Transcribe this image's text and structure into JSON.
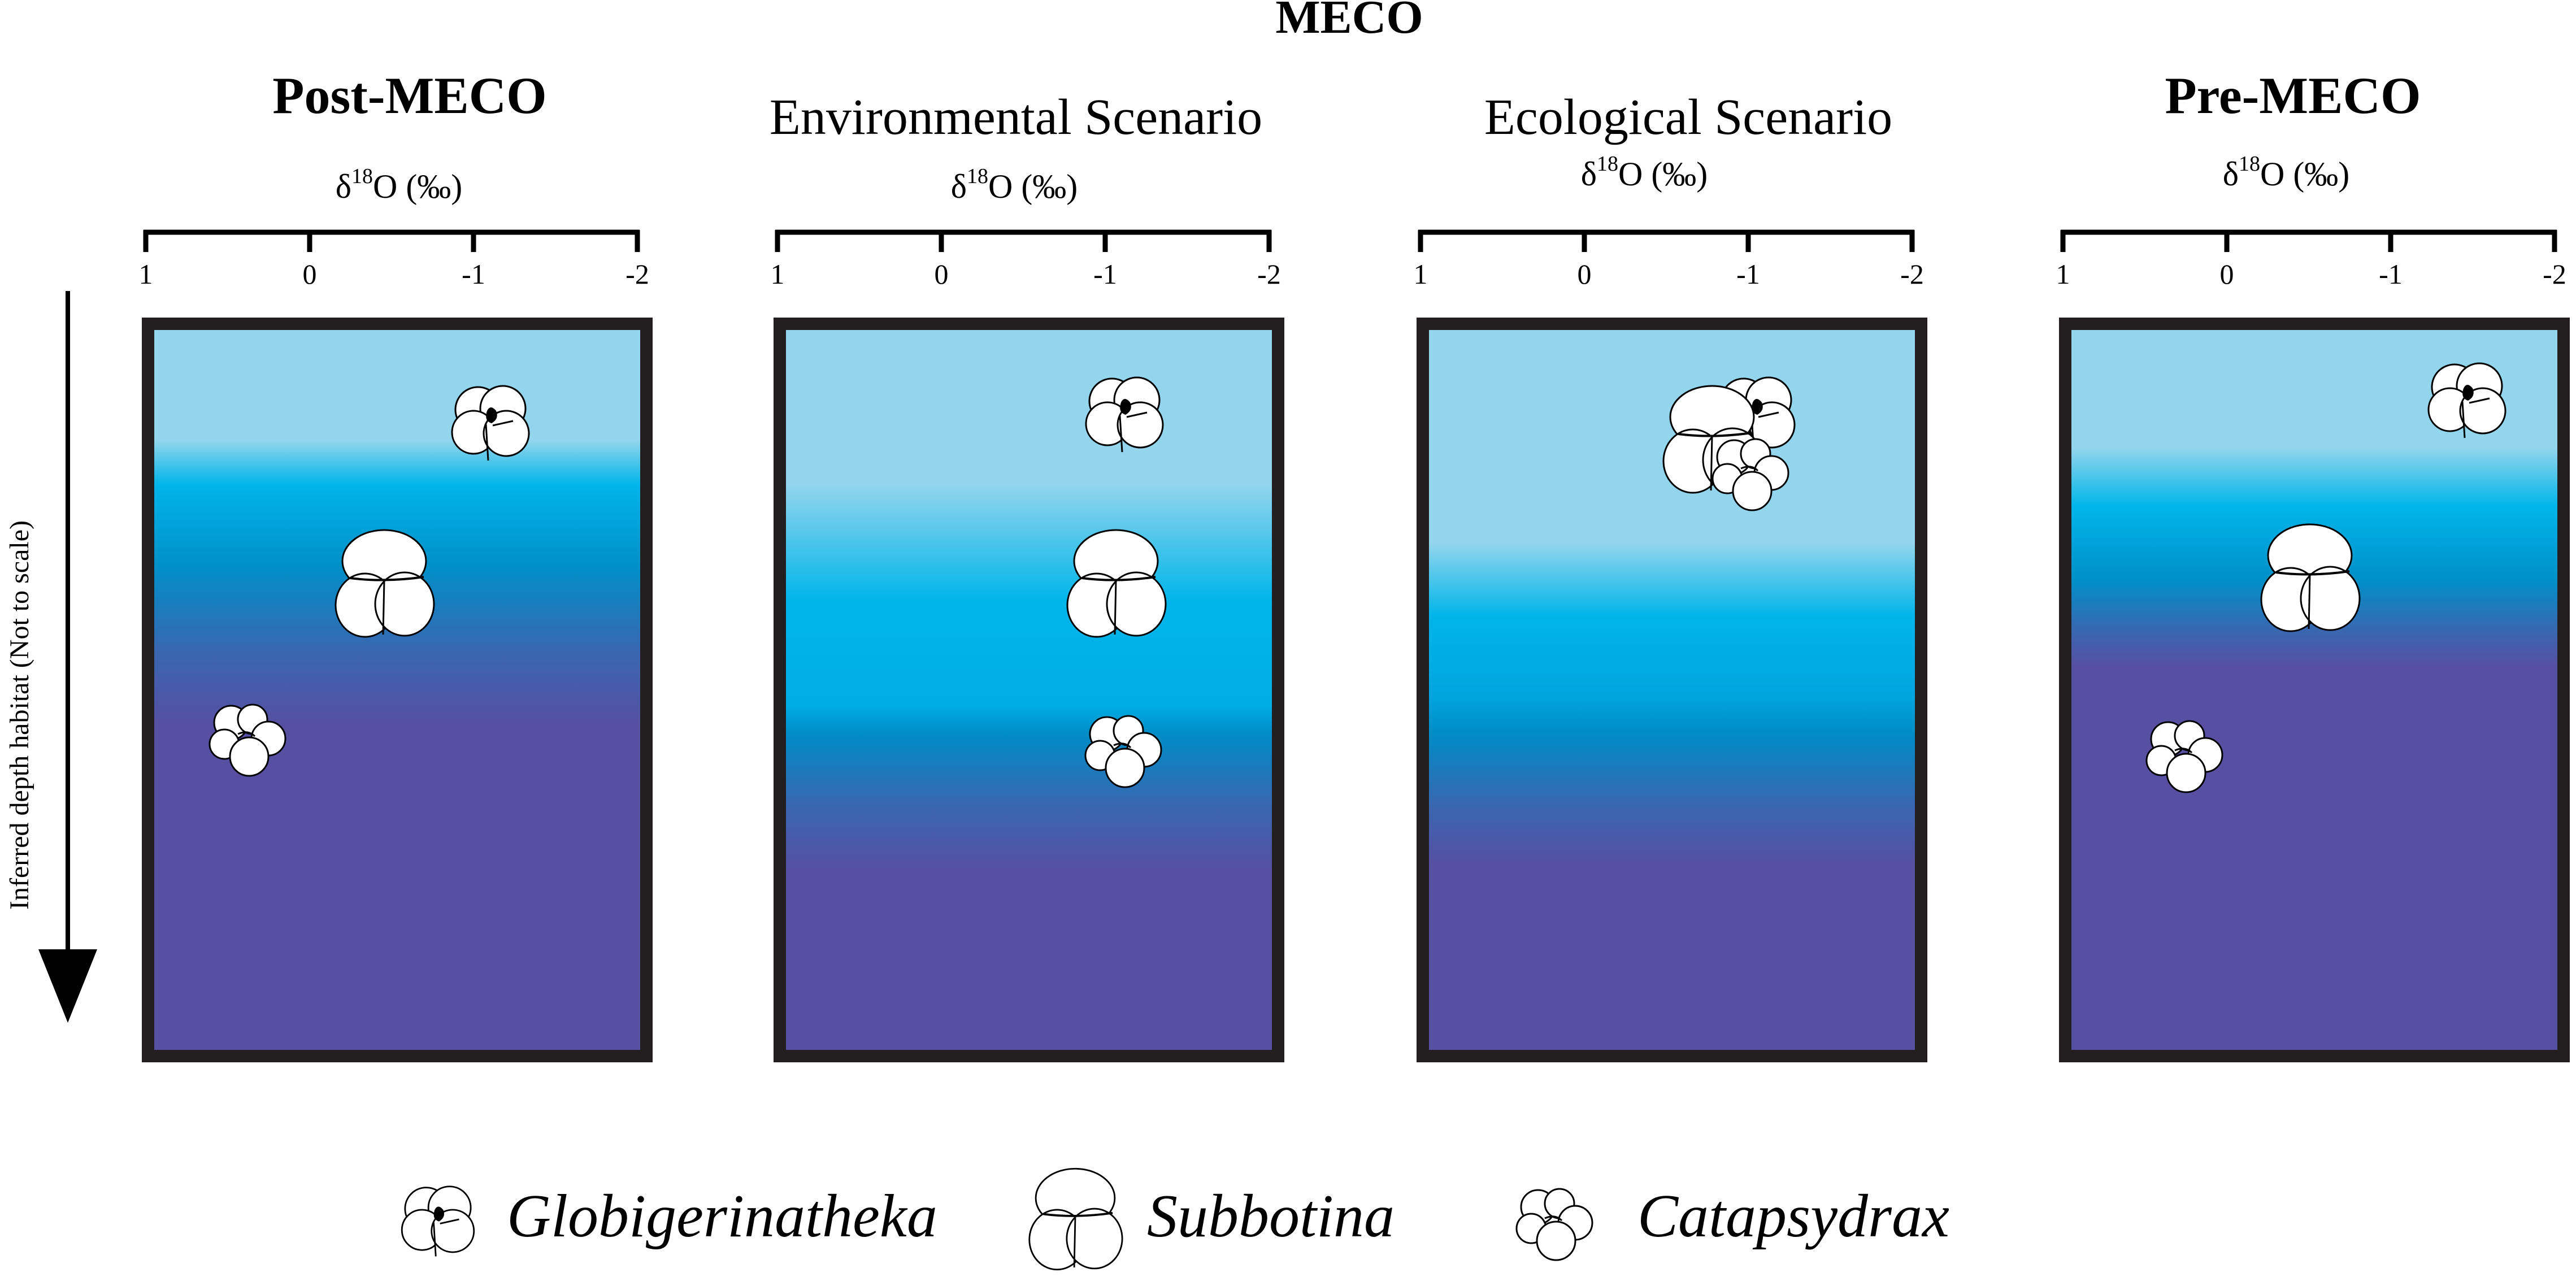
{
  "top_title": "MECO",
  "depth_axis_label": "Inferred depth habitat  (Not to scale)",
  "ticks": [
    "1",
    "0",
    "-1",
    "-2"
  ],
  "axis_label_main": "δ",
  "axis_label_sup": "18",
  "axis_label_rest": "O (‰)",
  "panels": [
    {
      "title": "Post-MECO",
      "bold": true
    },
    {
      "title": "Environmental Scenario",
      "bold": false
    },
    {
      "title": "Ecological Scenario",
      "bold": false
    },
    {
      "title": "Pre-MECO",
      "bold": true
    }
  ],
  "legend": [
    {
      "icon": "globigerinatheka-icon",
      "name": "Globigerinatheka"
    },
    {
      "icon": "subbotina-icon",
      "name": "Subbotina"
    },
    {
      "icon": "catapsydrax-icon",
      "name": "Catapsydrax"
    }
  ],
  "colors": {
    "surface_light_blue": "#92d5ec",
    "cyan": "#00b5ea",
    "deep_blue": "#0090c8",
    "deep_purple": "#574fa2",
    "frame": "#231f20"
  }
}
